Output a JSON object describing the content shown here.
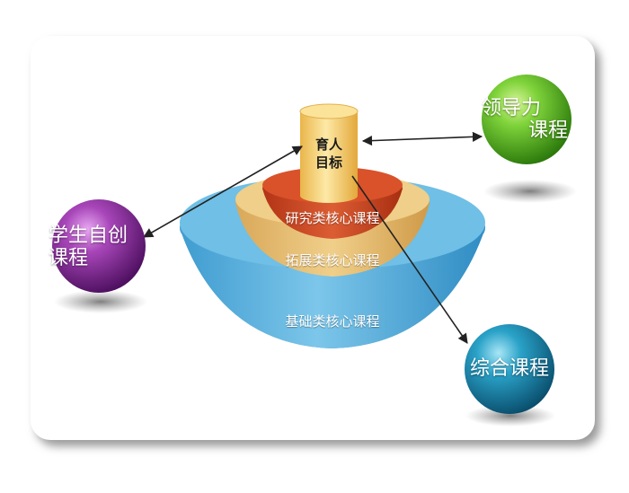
{
  "goal": {
    "line1": "育人",
    "line2": "目标"
  },
  "layers": {
    "research": "研究类核心课程",
    "expand": "拓展类核心课程",
    "basic": "基础类核心课程"
  },
  "spheres": {
    "leadership": {
      "line1": "领导力",
      "line2": "课程"
    },
    "student_creative": {
      "line1": "学生自创",
      "line2": "课程"
    },
    "comprehensive": {
      "line1": "综合课程"
    }
  },
  "colors": {
    "basic_layer": "#5ab3e0",
    "expand_layer": "#e2b96c",
    "research_layer": "#c5411f",
    "goal_cylinder": "#f2cf6a",
    "leadership_sphere": "#5bbf1f",
    "student_creative_sphere": "#9b3aa8",
    "comprehensive_sphere": "#1d8fb4",
    "arrow": "#222222"
  }
}
